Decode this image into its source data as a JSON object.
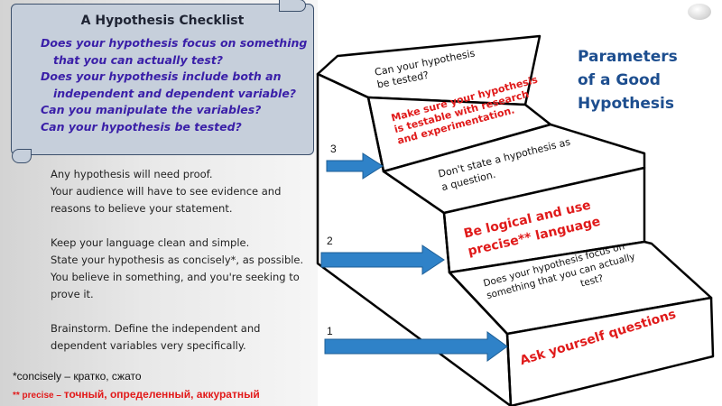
{
  "checklist": {
    "title": "A Hypothesis Checklist",
    "items": [
      "Does your hypothesis focus on something that you can actually test?",
      "Does your hypothesis include both an independent and dependent variable?",
      "Can you manipulate the variables?",
      "Can your hypothesis be tested?"
    ]
  },
  "left_text": {
    "para1": [
      "Any hypothesis will need proof.",
      "Your audience will have to see evidence and reasons to believe your statement."
    ],
    "para2": [
      "Keep your language clean and simple.",
      "State your hypothesis as concisely*, as possible.",
      "You believe in something, and you're seeking to prove it."
    ],
    "para3": [
      "Brainstorm. Define the independent and dependent variables very specifically."
    ]
  },
  "footnotes": {
    "concisely": "*concisely – кратко, сжато",
    "precise_lead": "** precise – ",
    "precise_rest": "точный, определенный, аккуратный"
  },
  "title": {
    "line1": "Parameters",
    "line2": "of a Good",
    "line3": "Hypothesis"
  },
  "steps": {
    "label_1": "1",
    "label_2": "2",
    "label_3": "3",
    "riser_1": "Ask yourself questions",
    "tread_1": [
      "Does your hypothesis focus on",
      "something that you can actually",
      "test?"
    ],
    "riser_2": [
      "Be logical and use",
      "precise** language"
    ],
    "tread_2": [
      "Don't state a hypothesis as",
      "a question."
    ],
    "riser_3": [
      "Make sure your hypothesis",
      "is testable with research",
      "and experimentation."
    ],
    "tread_3": [
      "Can your hypothesis",
      "be tested?"
    ]
  },
  "colors": {
    "arrow": "#2f82c8",
    "red_text": "#e01a1a",
    "title": "#1d4e8f",
    "checklist_text": "#3a1fa8"
  }
}
